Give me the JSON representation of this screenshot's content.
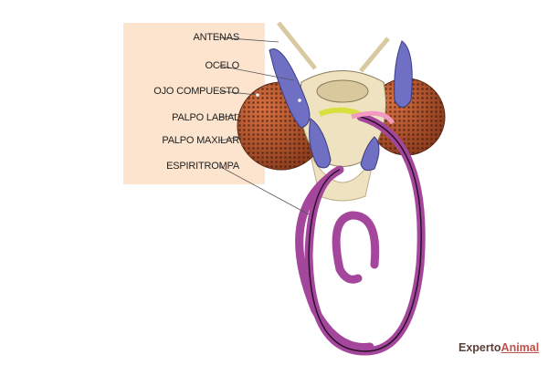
{
  "labels": {
    "antenas": "ANTENAS",
    "ocelo": "OCELO",
    "ojo_compuesto": "OJO COMPUESTO",
    "palpo_labial": "PALPO LABIAL",
    "palpo_maxilar": "PALPO MAXILAR",
    "espiritrompa": "ESPIRITROMPA"
  },
  "logo": {
    "part1": "Experto",
    "part2": "Animal"
  },
  "colors": {
    "panel": "#fde4cf",
    "eye": "#b8542c",
    "palp": "#6f70c4",
    "proboscis": "#a4479c"
  }
}
